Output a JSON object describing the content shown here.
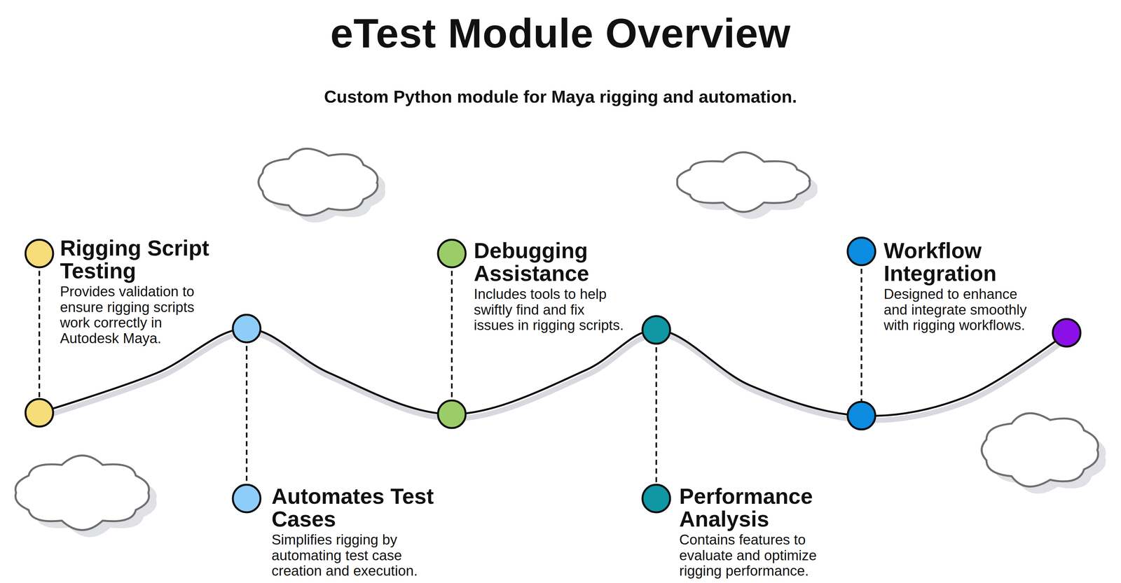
{
  "diagram": {
    "title": "eTest Module Overview",
    "nodes": [
      {
        "text": [
          "Rigging Script Testing",
          "Provides validation to ensure rigging scripts work correctly in Autodesk Maya."
        ]
      },
      {
        "text": [
          "Automates Test Cases",
          "Simplifies rigging by automating test case creation and execution."
        ]
      },
      {
        "text": [
          "Debugging Assistance",
          "Includes tools to help swiftly find and fix issues in rigging scripts."
        ]
      },
      {
        "text": [
          "Performance Analysis",
          "Contains features to evaluate and optimize rigging performance."
        ]
      },
      {
        "text": [
          "Workflow Integration",
          "Designed to enhance and integrate smoothly with rigging workflows."
        ]
      }
    ],
    "labels": [
      "Custom Python module for Maya rigging and automation."
    ]
  }
}
